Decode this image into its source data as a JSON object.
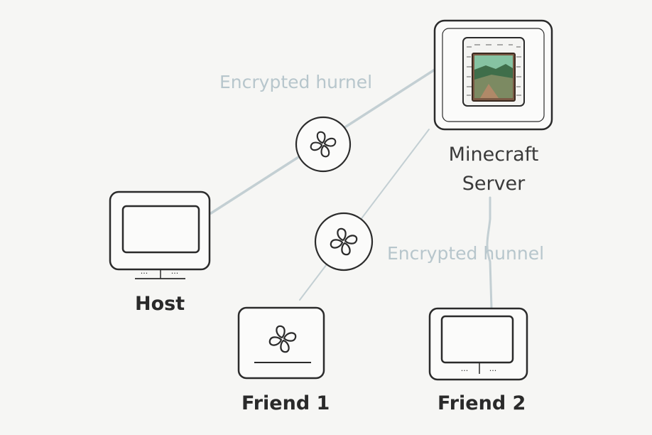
{
  "tunnel_labels": {
    "top": "Encrypted hurnel",
    "bottom": "Encrypted hunnel"
  },
  "nodes": {
    "server": {
      "line1": "Minecraft",
      "line2": "Server"
    },
    "host": {
      "label": "Host",
      "ports": [
        "···",
        "···"
      ]
    },
    "friend1": {
      "label": "Friend 1"
    },
    "friend2": {
      "label": "Friend 2",
      "ports": [
        "···",
        "···"
      ]
    }
  },
  "colors": {
    "stroke": "#2b2b2b",
    "link": "#c3cfd3",
    "tunnel_text": "#b7c6cc",
    "background": "#f6f6f4"
  },
  "icons": [
    "fan-node-icon",
    "minecraft-world-icon"
  ]
}
